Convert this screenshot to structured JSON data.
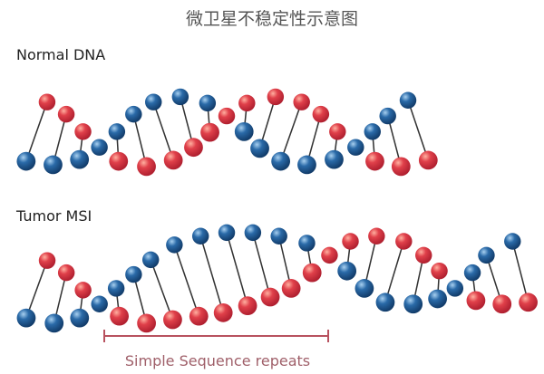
{
  "title": "微卫星不稳定性示意图",
  "normal": {
    "label": "Normal DNA"
  },
  "tumor": {
    "label": "Tumor MSI",
    "region_label": "Simple Sequence repeats"
  },
  "colors": {
    "red": "#e0404a",
    "blue": "#2a6aa8",
    "bar": "#b8525f"
  }
}
